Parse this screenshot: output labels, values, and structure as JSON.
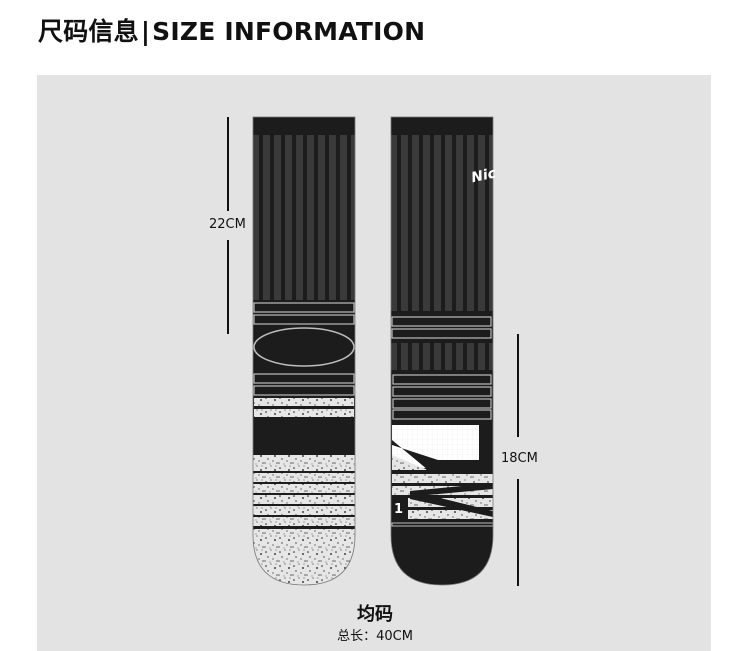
{
  "header": {
    "title_cn": "尺码信息",
    "separator": "|",
    "title_en": "SIZE INFORMATION"
  },
  "panel": {
    "background": "#e3e3e3"
  },
  "measurements": {
    "left_sock_upper": "22CM",
    "right_sock_lower": "18CM"
  },
  "product": {
    "logo_text": "Nic",
    "sole_number": "1"
  },
  "footer": {
    "size": "均码",
    "total_length_label": "总长：40CM"
  },
  "colors": {
    "sock_dark": "#1c1c1c",
    "stripe_light": "#3a3a3a",
    "speckle_bg": "#e8e8e8",
    "outline": "#bdbdbd"
  }
}
